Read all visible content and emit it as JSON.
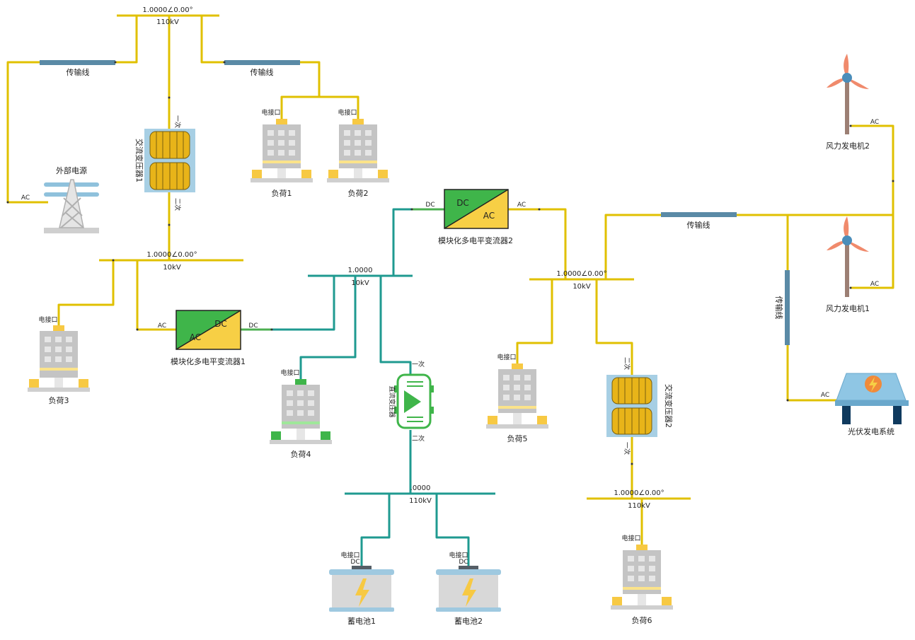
{
  "colors": {
    "ac_line": "#e0c000",
    "dc_line": "#1f9a90",
    "dc_stub": "#4caf50",
    "transmission": "#5a8aa6",
    "building": "#c4c4c4",
    "building_window": "#e6e6e6",
    "building_accent": "#fbe38a",
    "building_base": "#f7c943",
    "converter_green": "#3fb54a",
    "converter_yellow": "#f7cf45",
    "battery_body": "#d8d8d8",
    "battery_top": "#9fc9e0",
    "pv_panel": "#8fc6e4",
    "pv_legs": "#0f3a5e",
    "turbine_blade": "#f08a6c",
    "turbine_tower": "#9c7f74",
    "turbine_hub": "#4a8dba"
  },
  "buses": {
    "bus1": {
      "value": "1.0000∠0.00°",
      "voltage": "110kV"
    },
    "bus2": {
      "value": "1.0000∠0.00°",
      "voltage": "10kV"
    },
    "bus3": {
      "value": "1.0000",
      "voltage": "10kV"
    },
    "bus4": {
      "value": "1.0000∠0.00°",
      "voltage": "10kV"
    },
    "bus5": {
      "value": ".0000",
      "voltage": "110kV"
    },
    "bus6": {
      "value": "1.0000∠0.00°",
      "voltage": "110kV"
    }
  },
  "components": {
    "external_source": "外部电源",
    "transformer1": "交流变压器1",
    "transformer2": "交流变压器2",
    "dc_transformer": "直流变压器",
    "converter1": "模块化多电平变流器1",
    "converter2": "模块化多电平变流器2",
    "load1": "负荷1",
    "load2": "负荷2",
    "load3": "负荷3",
    "load4": "负荷4",
    "load5": "负荷5",
    "load6": "负荷6",
    "battery1": "蓄电池1",
    "battery2": "蓄电池2",
    "wind1": "风力发电机1",
    "wind2": "风力发电机2",
    "pv": "光伏发电系统",
    "transmission_line": "传输线"
  },
  "port_labels": {
    "ac": "AC",
    "dc": "DC",
    "connector": "电接口",
    "primary": "一次",
    "secondary": "二次"
  }
}
